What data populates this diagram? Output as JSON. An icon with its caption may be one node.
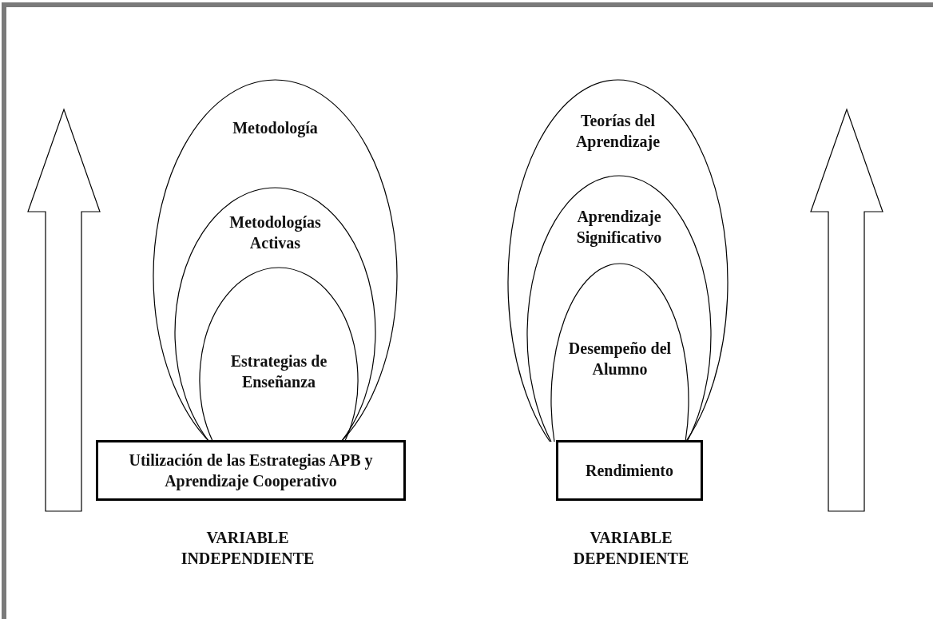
{
  "diagram": {
    "nodes": [
      {
        "text": [
          "Metodología"
        ]
      },
      {
        "text": [
          "Metodologías Activas"
        ],
        "in": 0
      },
      {
        "text": [
          "Estrategias de Enseñanza"
        ],
        "in": 1
      },
      {
        "text": [
          "Utilización de las Estrategias APB y Aprendizaje Cooperativo"
        ],
        "beside": [
          "VARIABLE INDEPENDIENTE"
        ]
      },
      {
        "text": [
          "Teorías del Aprendizaje"
        ]
      },
      {
        "text": [
          "Aprendizaje Significativo"
        ],
        "in": 4
      },
      {
        "text": [
          "Desempeño del Alumno"
        ],
        "in": 5
      },
      {
        "text": [
          "Rendimiento"
        ],
        "beside": [
          "VARIABLE DEPENDIENTE"
        ]
      }
    ]
  }
}
